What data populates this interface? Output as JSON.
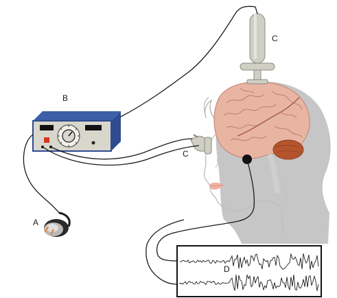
{
  "labels": {
    "a": "A",
    "b": "B",
    "c_electrode_top": "C",
    "c_electrode_temple": "C",
    "d": "D"
  },
  "colors": {
    "device_blue": "#3d5fa8",
    "device_face": "#d9d6cc",
    "brain_pink": "#e8b5a3",
    "cerebellum": "#b5552e",
    "head_shadow": "#c6c6c6",
    "electrode_grey": "#cfcfc3"
  },
  "icons": [
    "plug-icon",
    "power-switch-icon",
    "dial-icon"
  ]
}
